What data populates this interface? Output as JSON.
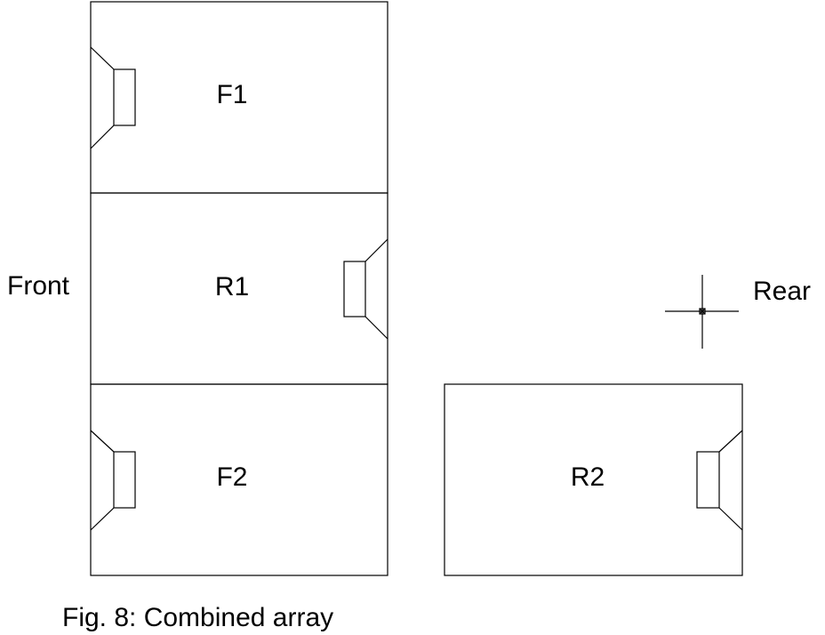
{
  "labels": {
    "front": "Front",
    "rear": "Rear",
    "caption": "Fig. 8: Combined array"
  },
  "cabinets": {
    "f1": "F1",
    "r1": "R1",
    "f2": "F2",
    "r2": "R2"
  },
  "colors": {
    "stroke": "#000000",
    "background": "#ffffff"
  },
  "icons": [
    "speaker-driver-icon",
    "crosshair-icon"
  ]
}
